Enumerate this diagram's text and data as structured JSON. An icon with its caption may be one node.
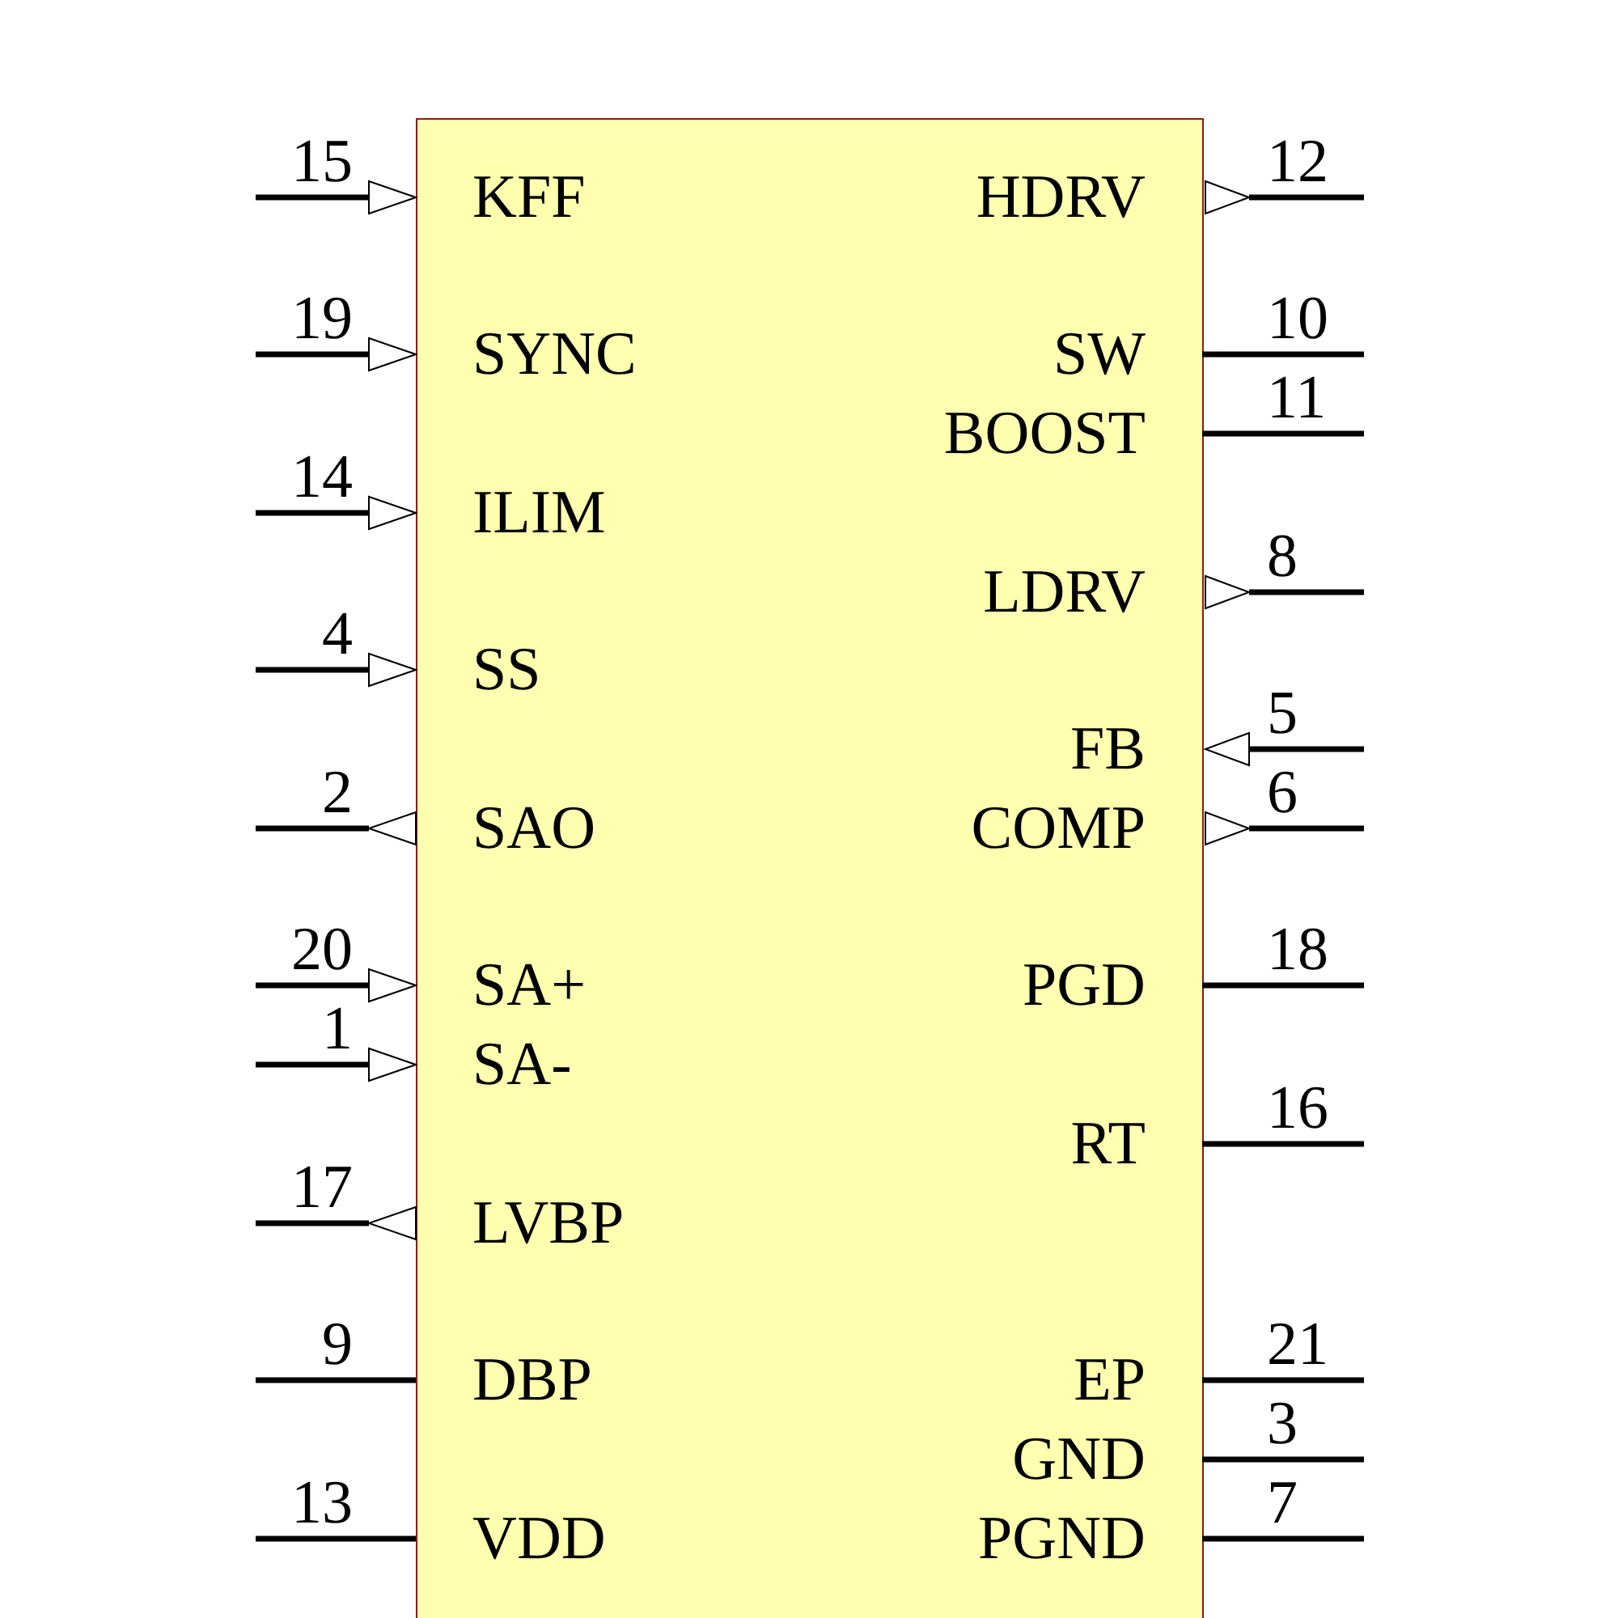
{
  "diagram": {
    "nodes": [
      {
        "text": [],
        "shape": "box"
      }
    ],
    "labels": [
      "15",
      "KFF",
      "HDRV",
      "12",
      "19",
      "SYNC",
      "SW",
      "10",
      "BOOST",
      "11",
      "14",
      "ILIM",
      "LDRV",
      "8",
      "4",
      "SS",
      "FB",
      "5",
      "2",
      "SAO",
      "COMP",
      "6",
      "20",
      "SA+",
      "PGD",
      "18",
      "1",
      "SA-",
      "RT",
      "16",
      "17",
      "LVBP",
      "9",
      "DBP",
      "EP",
      "21",
      "GND",
      "3",
      "13",
      "VDD",
      "PGND",
      "7"
    ]
  }
}
